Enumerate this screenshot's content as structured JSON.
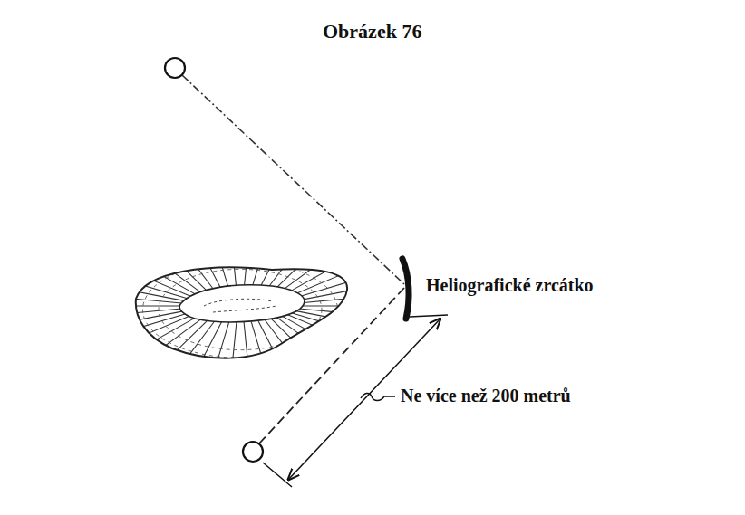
{
  "diagram": {
    "title": "Obrázek 76",
    "labels": [
      "Heliografické zrcátko",
      "Ne více než 200 metrů"
    ]
  }
}
